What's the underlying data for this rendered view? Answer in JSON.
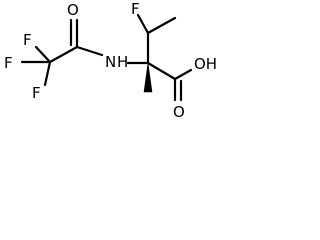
{
  "structure": {
    "atom_labels": {
      "fluorine_top": "F",
      "fluorine_upper_left": "F",
      "fluorine_left": "F",
      "fluorine_lower_left": "F",
      "carbonyl_oxygen_amide": "O",
      "amide_nitrogen": "N",
      "amide_hydrogen": "H",
      "acid_hydroxyl": "OH",
      "acid_carbonyl_oxygen": "O"
    },
    "stereo_bond": "wedge",
    "line_color": "#000000",
    "background_color": "#ffffff"
  }
}
